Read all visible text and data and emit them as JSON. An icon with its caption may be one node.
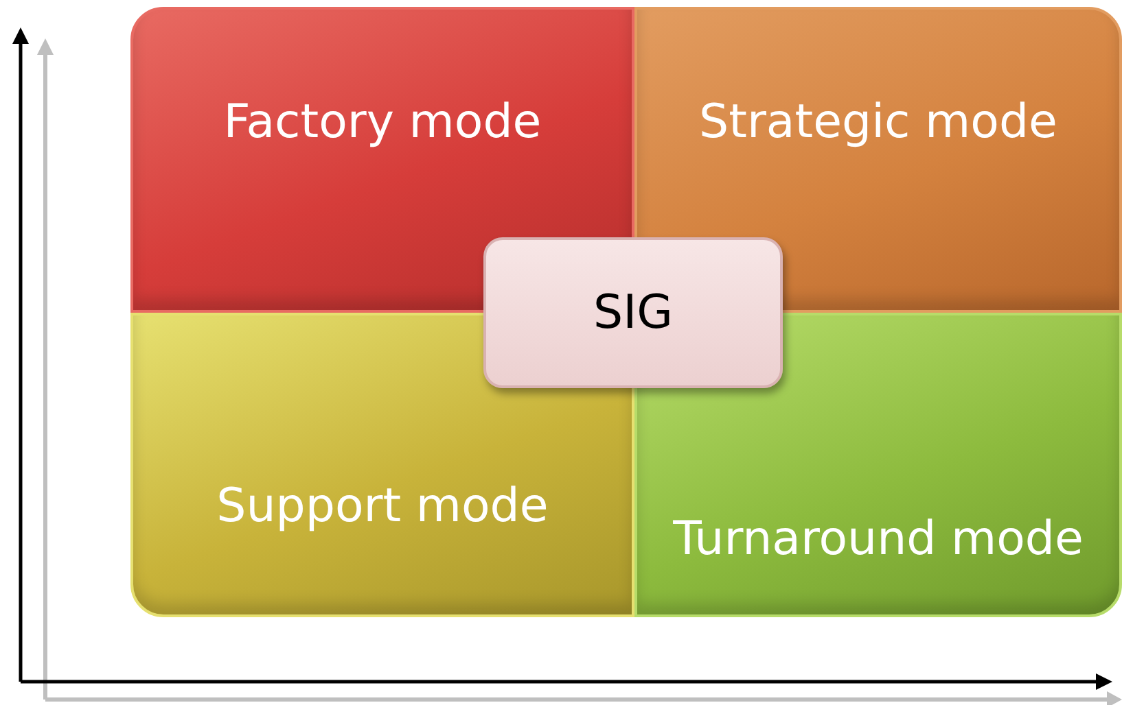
{
  "diagram": {
    "nodes": [
      {
        "text": [
          "Factory mode"
        ]
      },
      {
        "text": [
          "Strategic mode"
        ]
      },
      {
        "text": [
          "Support mode"
        ]
      },
      {
        "text": [
          "Turnaround mode"
        ]
      },
      {
        "text": [
          "SIG"
        ]
      }
    ]
  }
}
